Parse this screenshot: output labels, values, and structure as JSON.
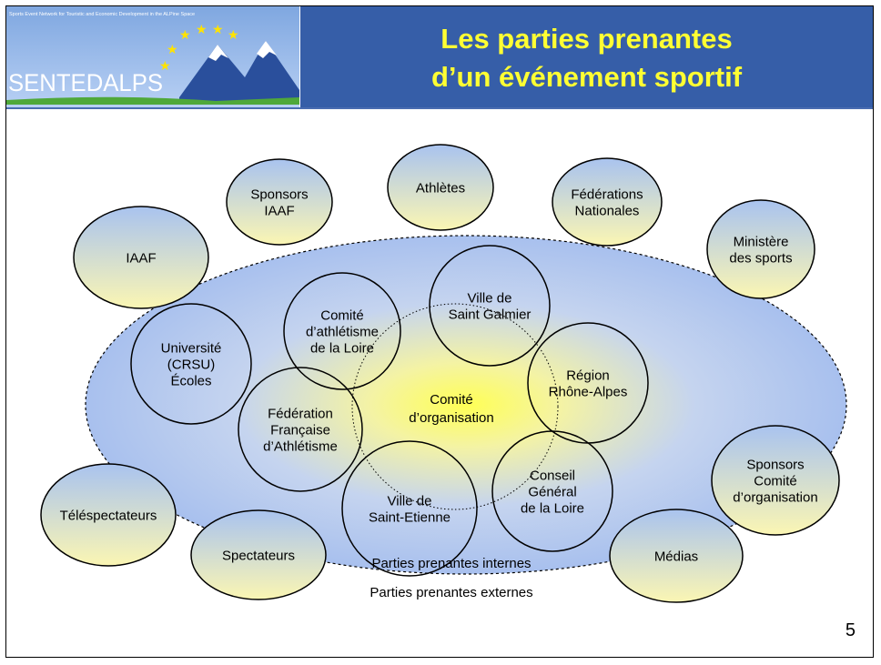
{
  "header": {
    "logo_tagline": "Sports Event Network for Touristic and Economic Development in the ALPine Space",
    "logo_text": "SENTEDALPS",
    "title_line1": "Les parties prenantes",
    "title_line2": "d’un événement sportif"
  },
  "center": {
    "lines": [
      "Comité",
      "d’organisation"
    ]
  },
  "internal_stakeholders": [
    {
      "lines": [
        "Ville de",
        "Saint Galmier"
      ]
    },
    {
      "lines": [
        "Comité",
        "d’athlétisme",
        "de la Loire"
      ]
    },
    {
      "lines": [
        "Université",
        "(CRSU)",
        "Écoles"
      ]
    },
    {
      "lines": [
        "Région",
        "Rhône-Alpes"
      ]
    },
    {
      "lines": [
        "Fédération",
        "Française",
        "d’Athlétisme"
      ]
    },
    {
      "lines": [
        "Conseil",
        "Général",
        "de la Loire"
      ]
    },
    {
      "lines": [
        "Ville de",
        "Saint-Etienne"
      ]
    }
  ],
  "external_stakeholders": [
    {
      "lines": [
        "Sponsors",
        "IAAF"
      ]
    },
    {
      "lines": [
        "Athlètes"
      ]
    },
    {
      "lines": [
        "Fédérations",
        "Nationales"
      ]
    },
    {
      "lines": [
        "IAAF"
      ]
    },
    {
      "lines": [
        "Ministère",
        "des sports"
      ]
    },
    {
      "lines": [
        "Sponsors",
        "Comité",
        "d’organisation"
      ]
    },
    {
      "lines": [
        "Téléspectateurs"
      ]
    },
    {
      "lines": [
        "Spectateurs"
      ]
    },
    {
      "lines": [
        "Médias"
      ]
    }
  ],
  "labels": {
    "internal": "Parties prenantes internes",
    "external": "Parties prenantes externes"
  },
  "page_number": "5",
  "colors": {
    "title_bg": "#365ea8",
    "title_text": "#ffff33",
    "bubble_top": "#a9c3ef",
    "bubble_bottom": "#fbf6b3",
    "big_ellipse": "#a8c0ee",
    "center_glow": "#ffff55"
  }
}
